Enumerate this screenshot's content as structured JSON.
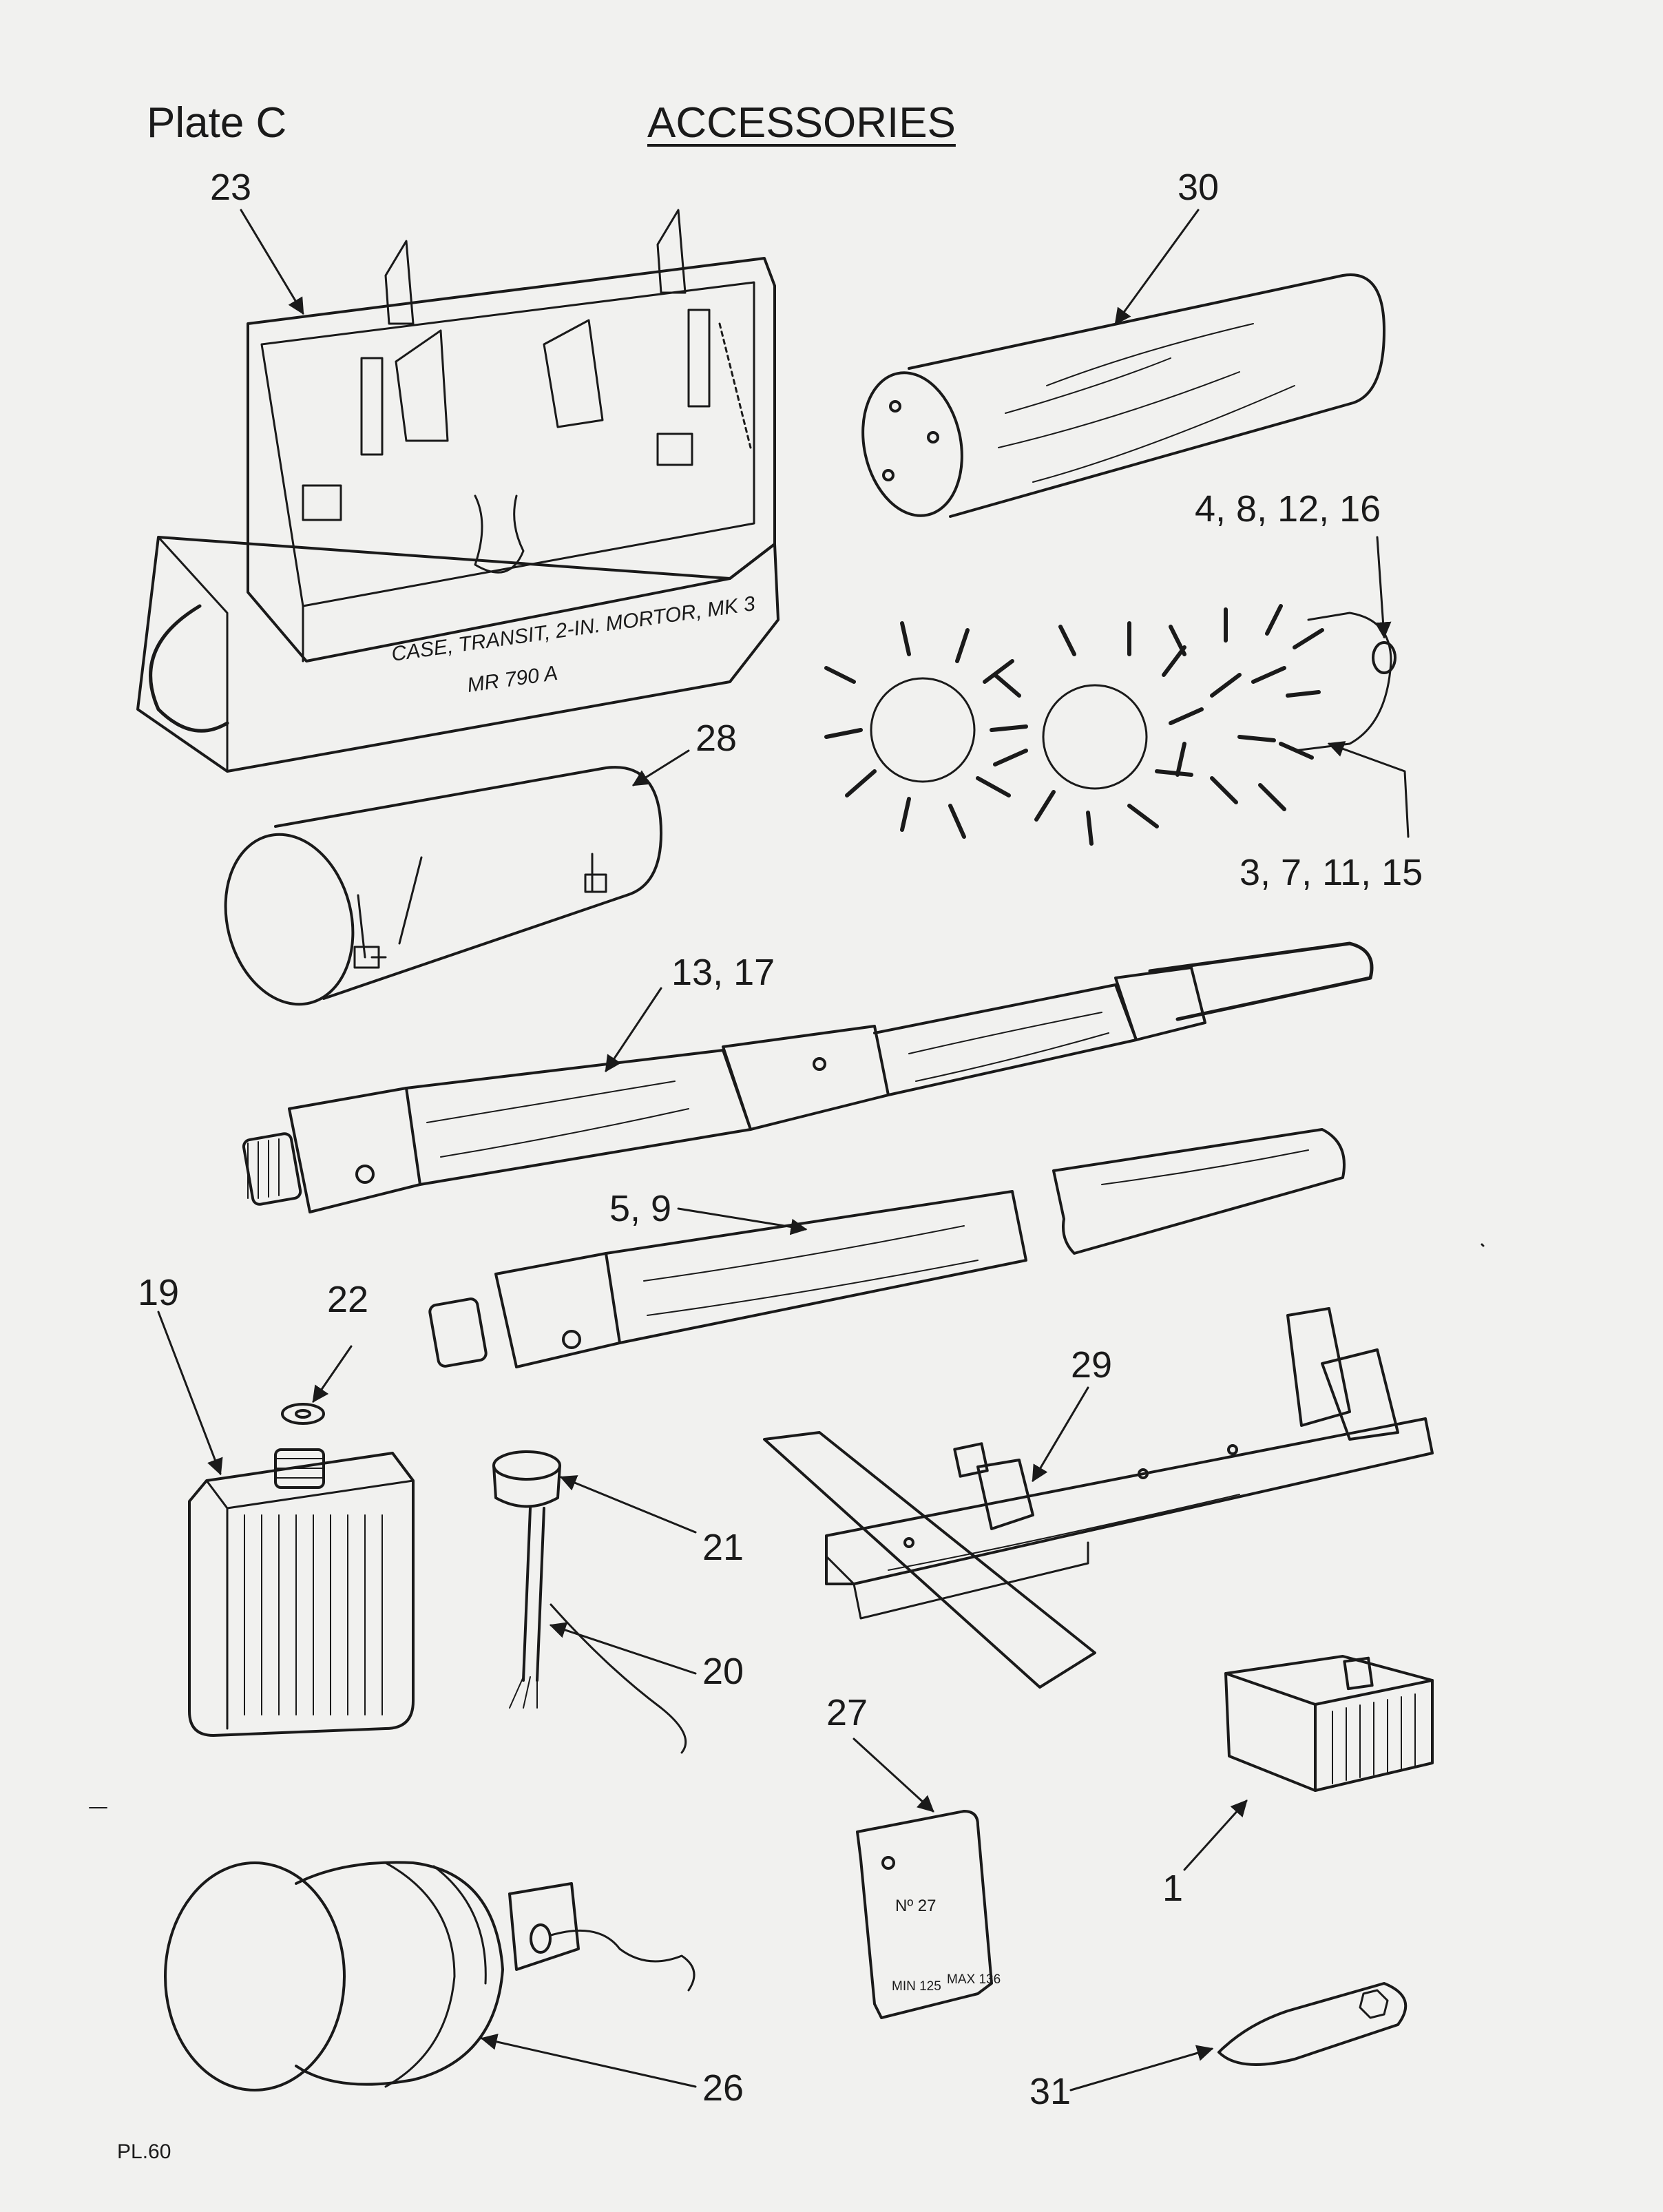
{
  "header": {
    "plate": "Plate C",
    "title": "ACCESSORIES"
  },
  "footer": {
    "ref": "PL.60"
  },
  "callouts": {
    "c23": "23",
    "c30": "30",
    "c4_8_12_16": "4, 8, 12, 16",
    "c3_7_11_15": "3, 7, 11, 15",
    "c28": "28",
    "c13_17": "13, 17",
    "c5_9": "5, 9",
    "c19": "19",
    "c22": "22",
    "c29": "29",
    "c21": "21",
    "c20": "20",
    "c27": "27",
    "c1": "1",
    "c26": "26",
    "c31": "31"
  },
  "case_stencil": {
    "line1": "CASE, TRANSIT, 2-IN. MORTOR, MK 3",
    "line2": "MR 790 A"
  },
  "gauge_text": {
    "no": "Nº 27",
    "min": "MIN 125",
    "max": "MAX 136"
  }
}
